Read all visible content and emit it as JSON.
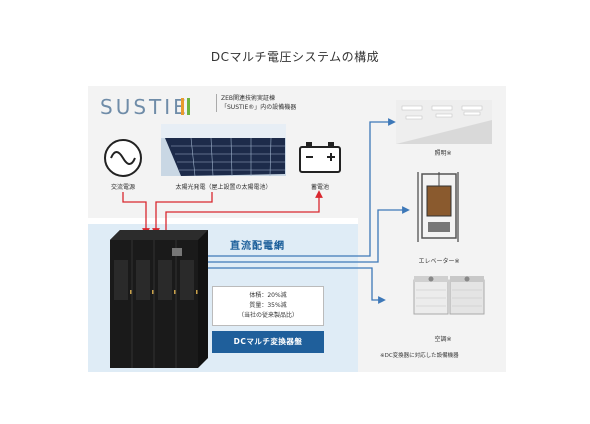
{
  "title": "DCマルチ電圧システムの構成",
  "logo_text": "SUSTIE",
  "zeb_note": [
    "ZEB関連技術実証棟",
    "「SUSTIE®」内の設備機器"
  ],
  "sources": {
    "ac": "交流電源",
    "solar": "太陽光発電（屋上設置の太陽電池）",
    "battery": "蓄電池"
  },
  "grid_label": "直流配電網",
  "spec_lines": [
    "体積：20%減",
    "質量：35%減",
    "（当社の従来製品比）"
  ],
  "product_label": "DCマルチ変換器盤",
  "devices": {
    "lighting": "照明※",
    "elevator": "エレベーター※",
    "aircon": "空調※"
  },
  "footnote": "※DC変換器に対応した設備機器",
  "colors": {
    "red_line": "#d9282f",
    "blue_line": "#3d78b8",
    "accent": "#1f5f9b",
    "panel_blue": "#dfecf6"
  }
}
